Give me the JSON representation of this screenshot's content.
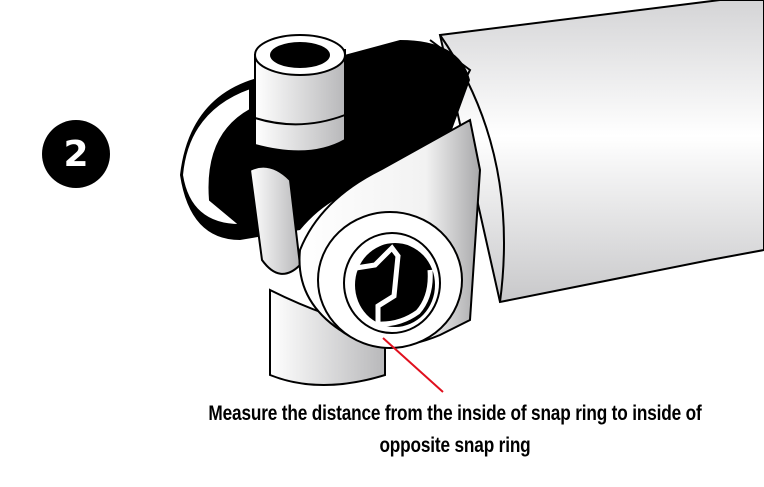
{
  "step": {
    "number": "2"
  },
  "illustration": {
    "subject": "universal joint (u-joint) at end of driveshaft tube",
    "callout": {
      "color": "#e0101e",
      "target": "snap ring inside bearing cap bore"
    }
  },
  "caption": {
    "line1": "Measure the distance from the inside of snap ring to inside of",
    "line2": "opposite snap ring"
  },
  "colors": {
    "badge": "#000000",
    "outline": "#000000",
    "callout_line": "#e0101e",
    "background": "#ffffff"
  }
}
